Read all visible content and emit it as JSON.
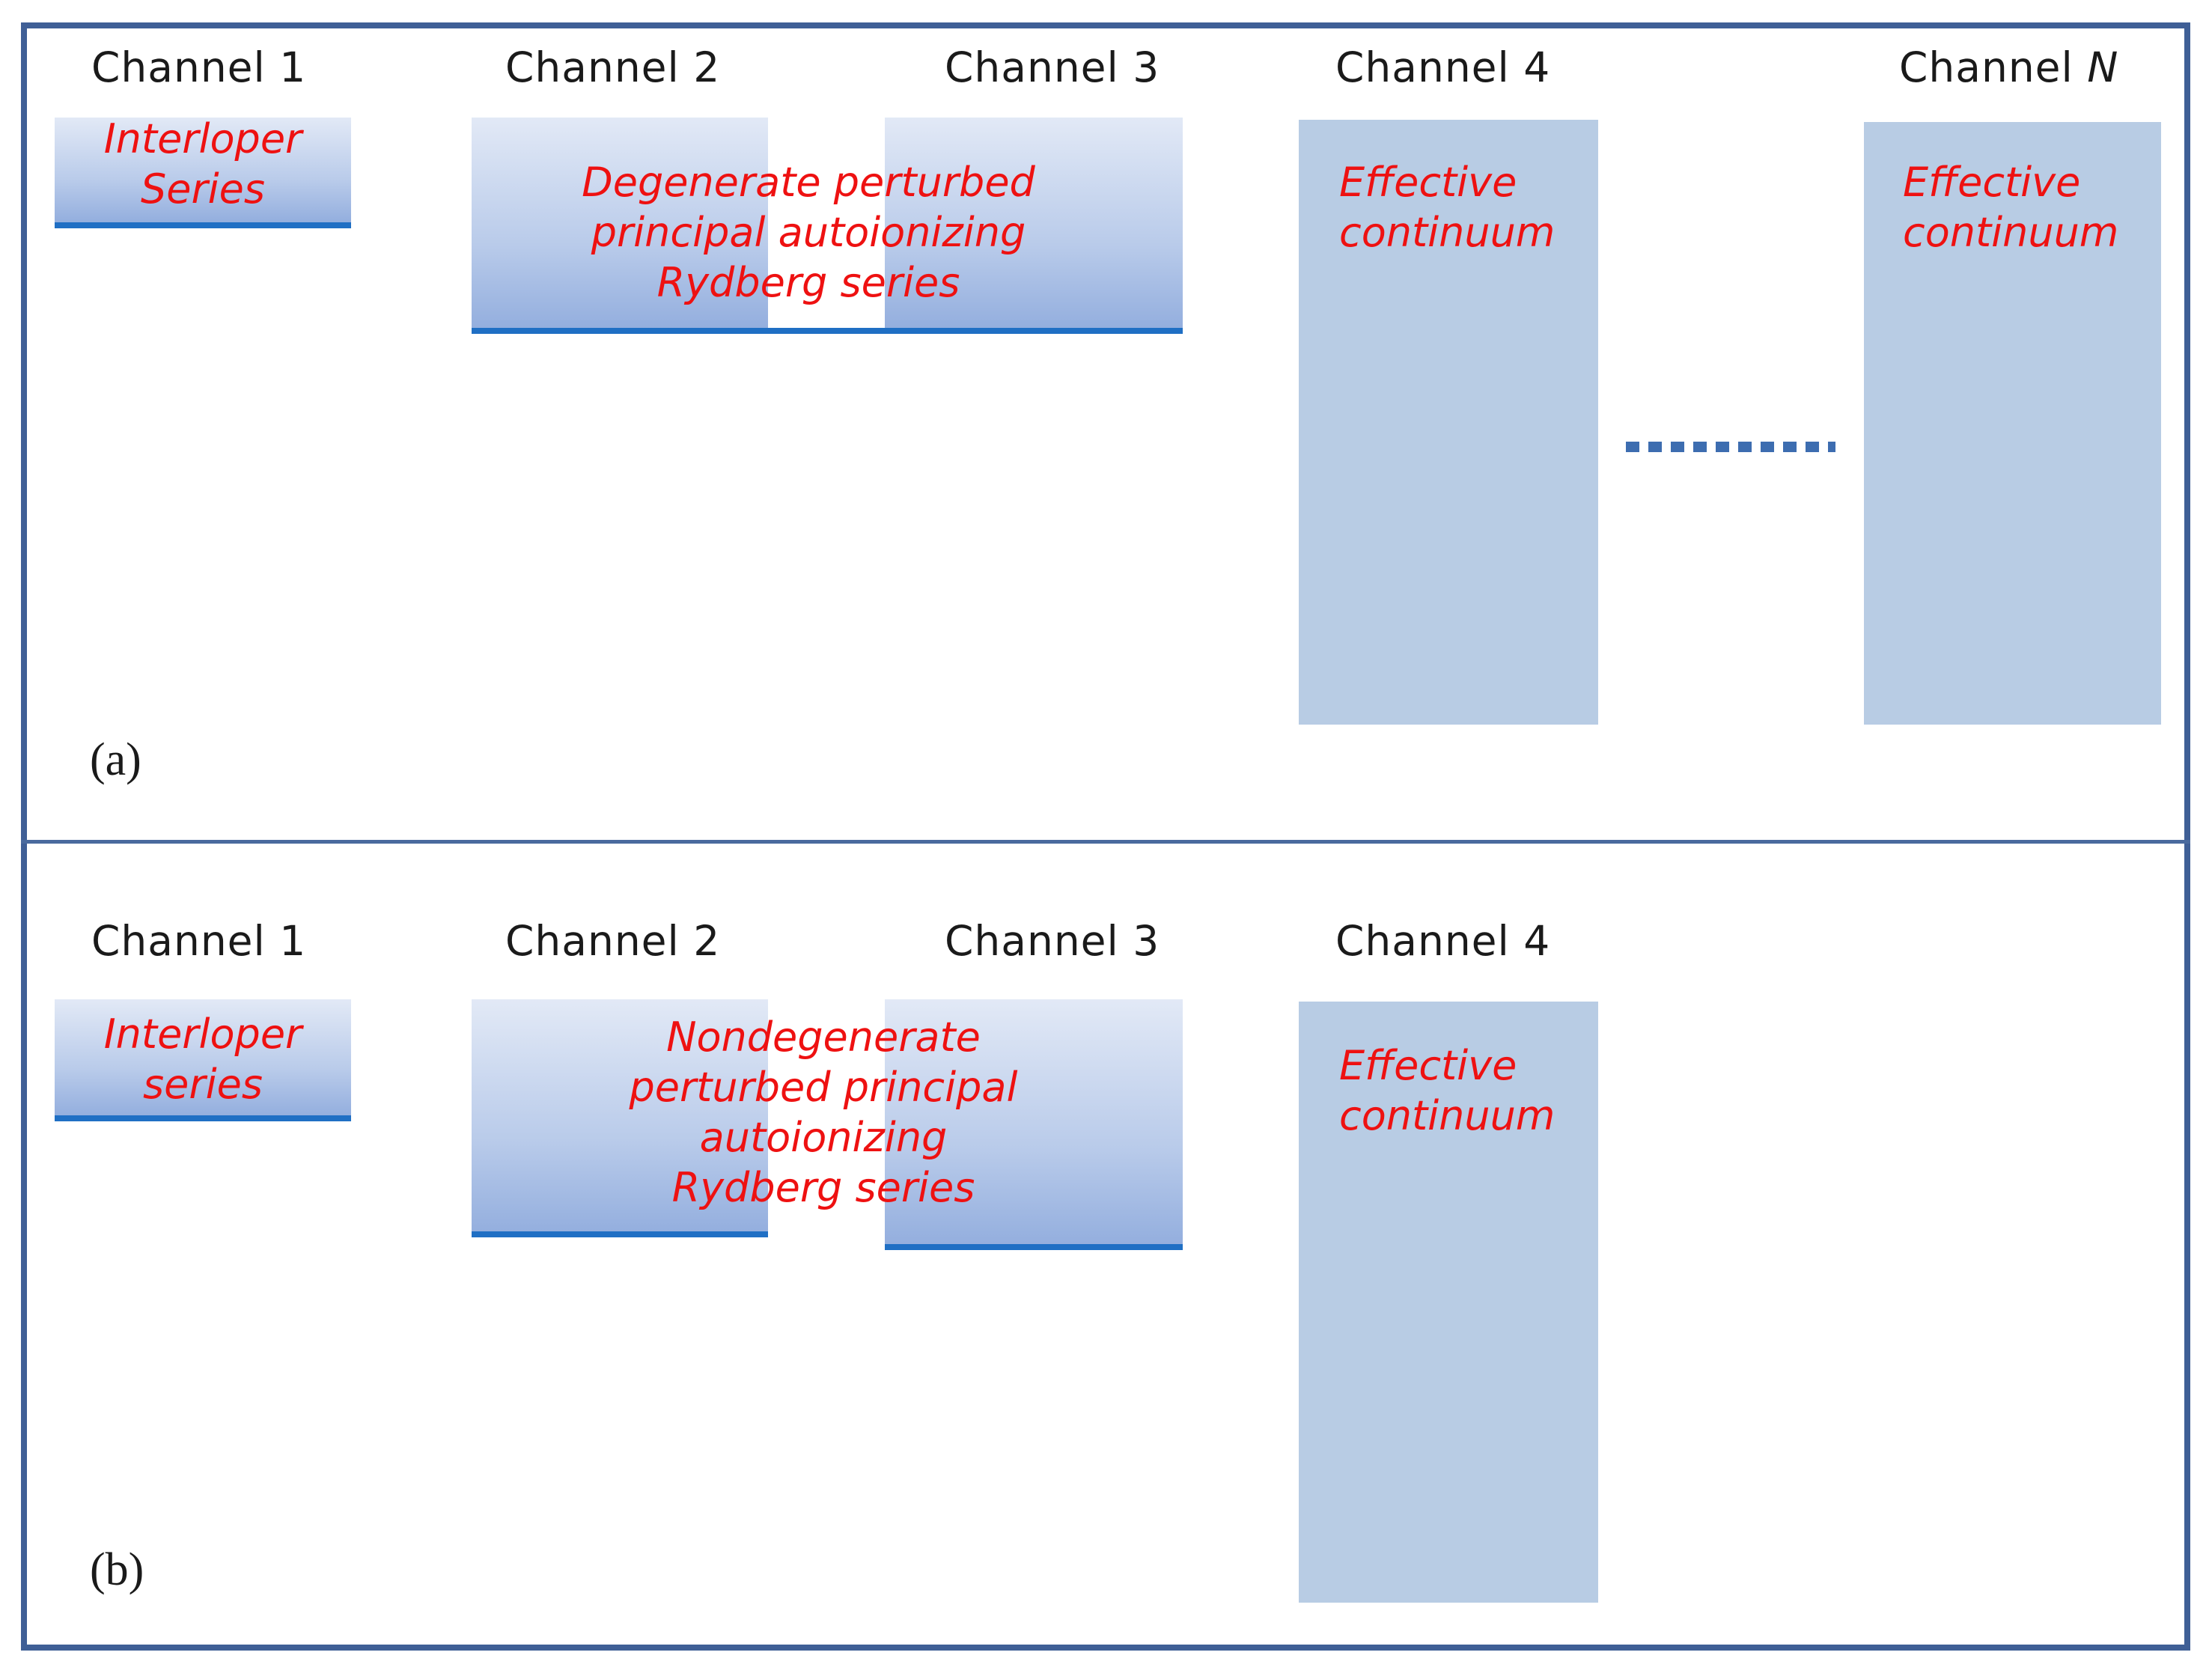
{
  "panel_a": {
    "label": "(a)",
    "channels": {
      "ch1": "Channel 1",
      "ch2": "Channel 2",
      "ch3": "Channel 3",
      "ch4": "Channel 4",
      "chN_prefix": "Channel ",
      "chN_var": "N"
    },
    "interloper": [
      "Interloper",
      "Series"
    ],
    "principal": [
      "Degenerate perturbed",
      "principal autoionizing",
      "Rydberg  series"
    ],
    "continuum4": [
      "Effective",
      "continuum"
    ],
    "continuumN": [
      "Effective",
      "continuum"
    ]
  },
  "panel_b": {
    "label": "(b)",
    "channels": {
      "ch1": "Channel 1",
      "ch2": "Channel 2",
      "ch3": "Channel 3",
      "ch4": "Channel 4"
    },
    "interloper": [
      "Interloper",
      "series"
    ],
    "principal": [
      "Nondegenerate",
      "perturbed principal",
      "autoionizing",
      "Rydberg  series"
    ],
    "continuum4": [
      "Effective",
      "continuum"
    ]
  },
  "colors": {
    "frame": "#3f5f96",
    "series_line": "#1f6fc4",
    "continuum_fill": "#b8cce4",
    "annotation_text": "#ee1111"
  }
}
